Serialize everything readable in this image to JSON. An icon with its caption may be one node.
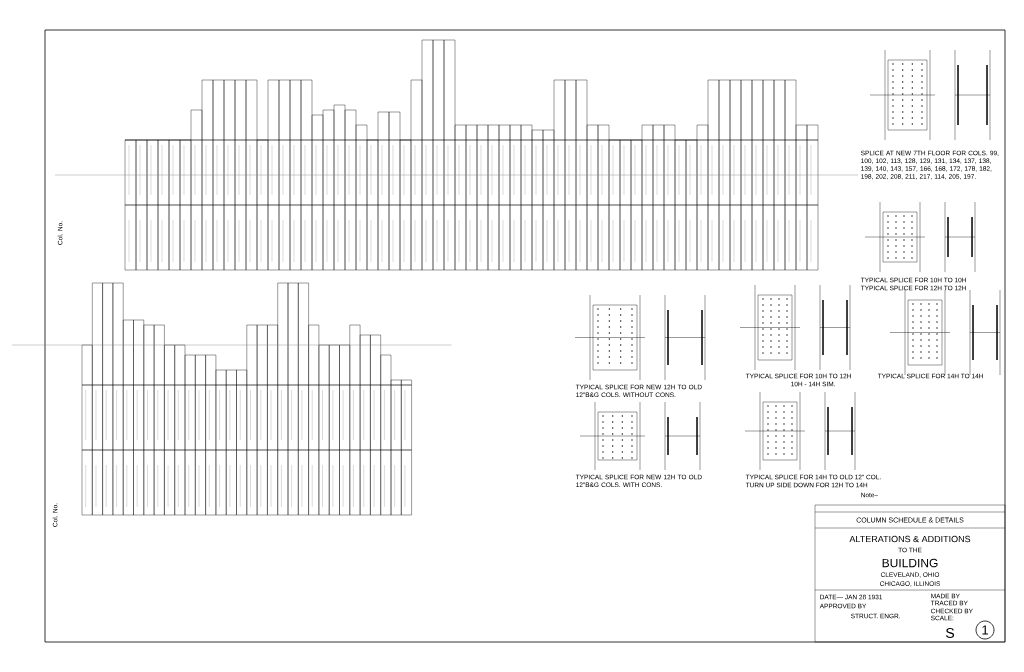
{
  "diagram": {
    "labels": [
      "COLUMN SCHEDULE & DETAILS",
      "ALTERATIONS & ADDITIONS",
      "TO THE",
      "BUILDING",
      "CLEVELAND, OHIO",
      "CHICAGO, ILLINOIS",
      "DATE— JAN 28 1931",
      "APPROVED BY",
      "STRUCT. ENGR.",
      "MADE BY",
      "TRACED BY",
      "CHECKED BY",
      "SCALE:",
      "S",
      "1",
      "Col. No.",
      "Col. No.",
      "SPLICE AT NEW 7TH FLOOR FOR COLS. 99, 100, 102, 113, 128, 129, 131, 134, 137, 138, 139, 140, 143, 157, 166, 168, 172, 178, 182, 198, 202, 208, 211, 217, 114, 205, 197.",
      "TYPICAL SPLICE FOR 10H TO 10H",
      "TYPICAL SPLICE FOR 12H TO 12H",
      "TYPICAL SPLICE FOR NEW 12H TO OLD 12\"B&G COLS. WITHOUT CONS.",
      "TYPICAL SPLICE FOR 10H TO 12H",
      "10H - 14H SIM.",
      "TYPICAL SPLICE FOR 14H TO 14H",
      "TYPICAL SPLICE FOR NEW 12H TO OLD 12\"B&G COLS. WITH CONS.",
      "TYPICAL SPLICE FOR 14H TO OLD 12\" COL.",
      "TURN UP SIDE DOWN FOR 12H TO 14H",
      "Note–"
    ]
  }
}
